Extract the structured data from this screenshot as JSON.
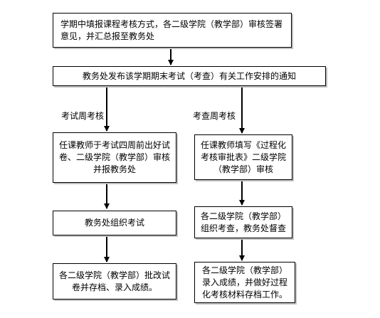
{
  "nodes": {
    "step1": "学期中填报课程考核方式，各二级学院（教学部）审核签署意见，并汇总报至教务处",
    "step2": "教务处发布该学期期末考试（考查）有关工作安排的通知",
    "exam_1": "任课教师于考试四周前出好试卷、二级学院（教学部）审核并报教务处",
    "exam_2": "教务处组织考试",
    "exam_3": "各二级学院（教学部）批改试卷并存档、录入成绩。",
    "check_1": "任课教师填写《过程化考核审批表》二级学院（教学部）审核",
    "check_2": "各二级学院（教学部）组织考查，教务处督查",
    "check_3": "各二级学院（教学部）录入成绩，并做好过程化考核材料存档工作。"
  },
  "branches": {
    "exam": "考试周考核",
    "check": "考查周考核"
  }
}
